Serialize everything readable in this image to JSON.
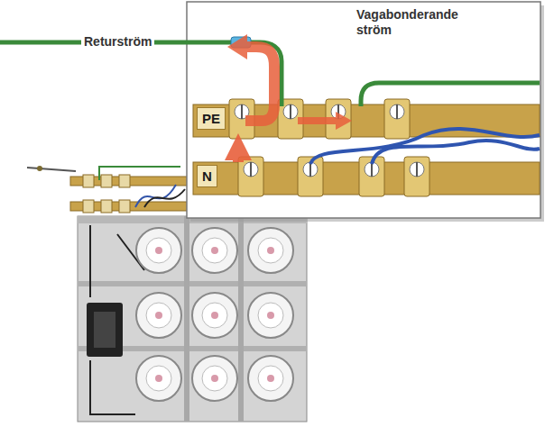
{
  "diagram": {
    "nodes": [
      {
        "text": [
          "PE"
        ]
      },
      {
        "text": [
          "N"
        ]
      }
    ],
    "edges": [
      {
        "from": 1,
        "to": 0,
        "arrow": "to"
      }
    ],
    "labels": [
      "Returström",
      "Vagabonderande ström"
    ]
  }
}
